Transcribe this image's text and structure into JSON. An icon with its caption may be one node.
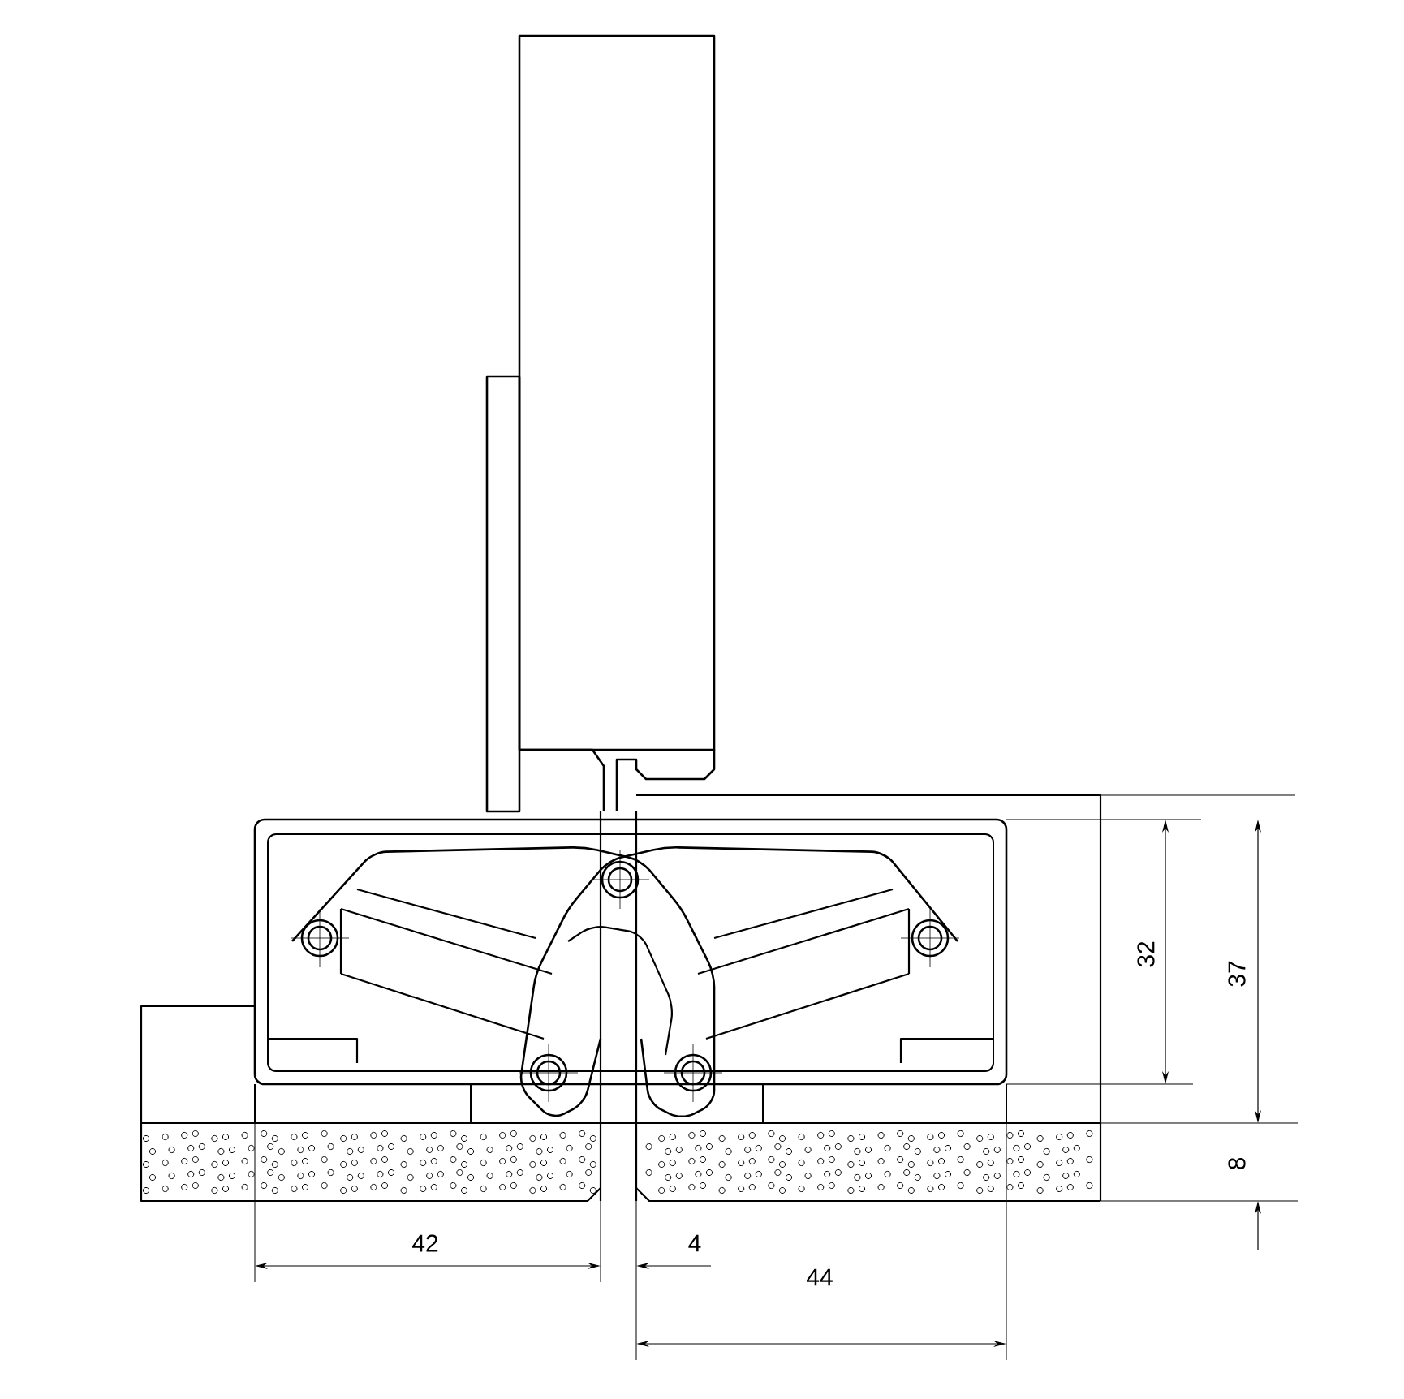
{
  "diagram": {
    "labels": [
      "32",
      "37",
      "8",
      "42",
      "4",
      "44"
    ]
  }
}
